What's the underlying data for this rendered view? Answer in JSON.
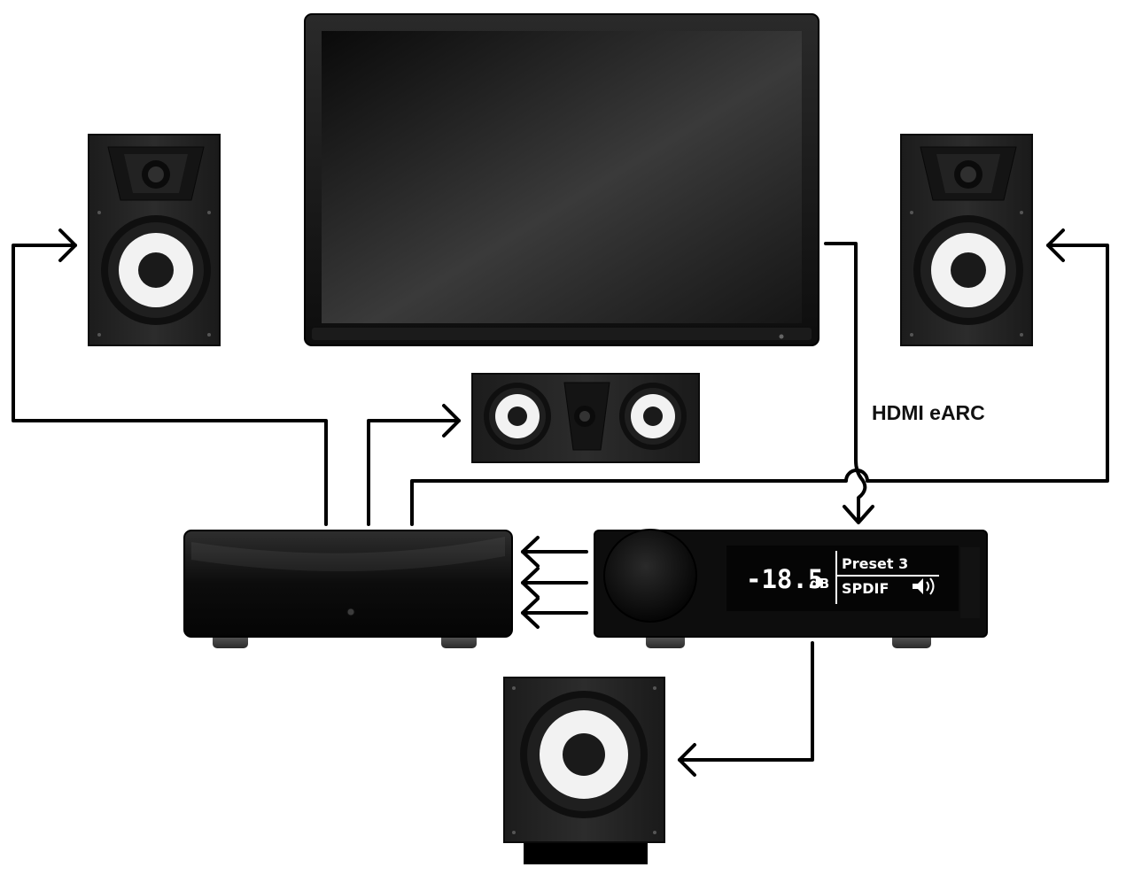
{
  "diagram": {
    "connection_label": "HDMI eARC"
  },
  "dsp_display": {
    "volume": "-18.5",
    "volume_unit": "dB",
    "preset": "Preset 3",
    "input": "SPDIF",
    "speaker_icon": "speaker-volume-icon"
  },
  "colors": {
    "cable": "#000000",
    "device_body": "#151515",
    "woofer_cone": "#f2f2f2"
  }
}
